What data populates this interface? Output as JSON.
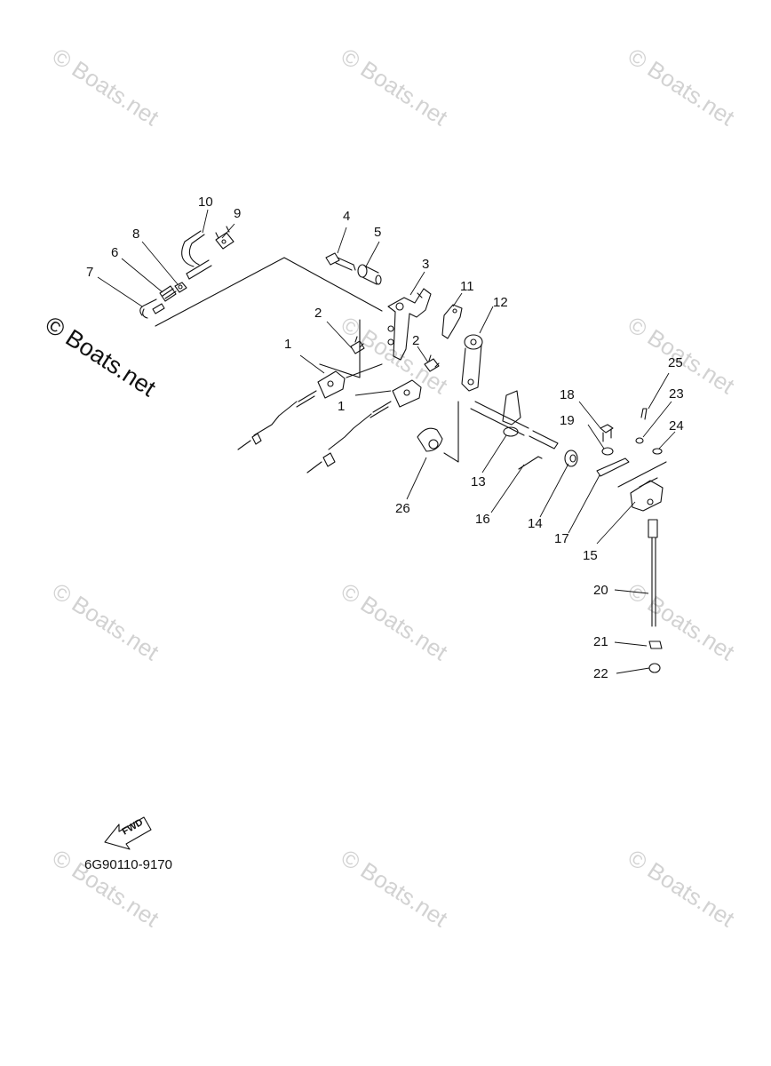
{
  "watermark_text": "© Boats.net",
  "brand_text": "© Boats.net",
  "diagram_code": "6G90110-9170",
  "fwd_label": "FWD",
  "callouts": [
    "1",
    "1",
    "2",
    "2",
    "3",
    "4",
    "5",
    "6",
    "7",
    "8",
    "9",
    "10",
    "11",
    "12",
    "13",
    "14",
    "15",
    "16",
    "17",
    "18",
    "19",
    "20",
    "21",
    "22",
    "23",
    "24",
    "25",
    "26"
  ]
}
